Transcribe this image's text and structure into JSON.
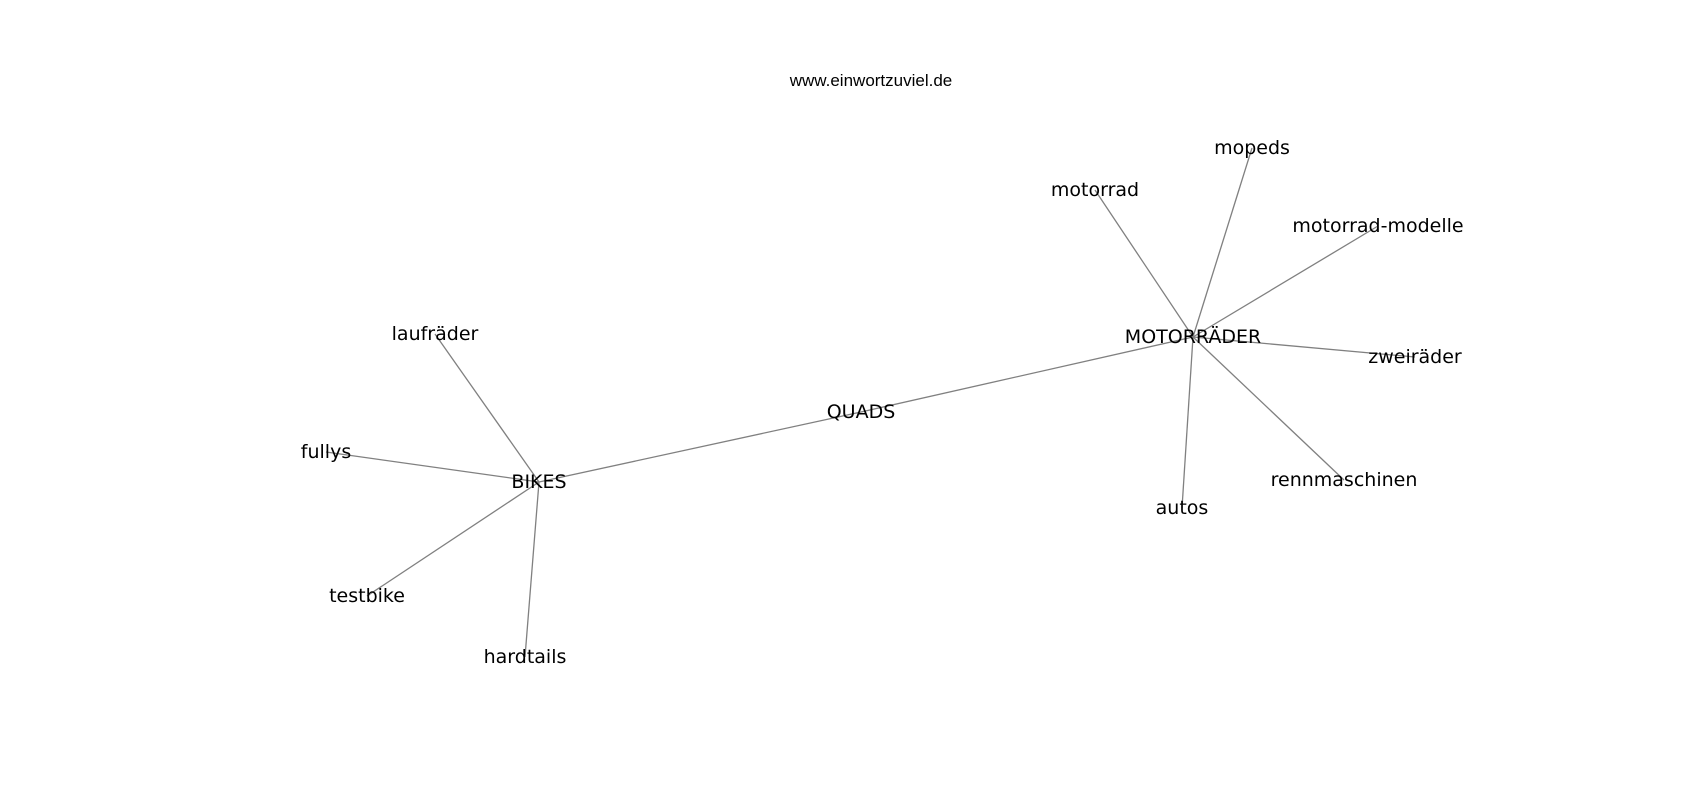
{
  "header": {
    "title": "www.einwortzuviel.de"
  },
  "graph": {
    "nodes": [
      {
        "id": "quads",
        "label": "QUADS"
      },
      {
        "id": "bikes",
        "label": "BIKES"
      },
      {
        "id": "motorraeder",
        "label": "MOTORRÄDER"
      },
      {
        "id": "laufraeder",
        "label": "laufräder"
      },
      {
        "id": "fullys",
        "label": "fullys"
      },
      {
        "id": "testbike",
        "label": "testbike"
      },
      {
        "id": "hardtails",
        "label": "hardtails"
      },
      {
        "id": "motorrad",
        "label": "motorrad"
      },
      {
        "id": "mopeds",
        "label": "mopeds"
      },
      {
        "id": "motorrad-modelle",
        "label": "motorrad-modelle"
      },
      {
        "id": "zweiraeder",
        "label": "zweiräder"
      },
      {
        "id": "rennmaschinen",
        "label": "rennmaschinen"
      },
      {
        "id": "autos",
        "label": "autos"
      }
    ],
    "edges": [
      {
        "from": "bikes",
        "to": "quads"
      },
      {
        "from": "quads",
        "to": "motorraeder"
      },
      {
        "from": "bikes",
        "to": "laufraeder"
      },
      {
        "from": "bikes",
        "to": "fullys"
      },
      {
        "from": "bikes",
        "to": "testbike"
      },
      {
        "from": "bikes",
        "to": "hardtails"
      },
      {
        "from": "motorraeder",
        "to": "motorrad"
      },
      {
        "from": "motorraeder",
        "to": "mopeds"
      },
      {
        "from": "motorraeder",
        "to": "motorrad-modelle"
      },
      {
        "from": "motorraeder",
        "to": "zweiraeder"
      },
      {
        "from": "motorraeder",
        "to": "rennmaschinen"
      },
      {
        "from": "motorraeder",
        "to": "autos"
      }
    ]
  },
  "colors": {
    "edge": "#808080",
    "text": "#000000",
    "background": "#ffffff"
  }
}
